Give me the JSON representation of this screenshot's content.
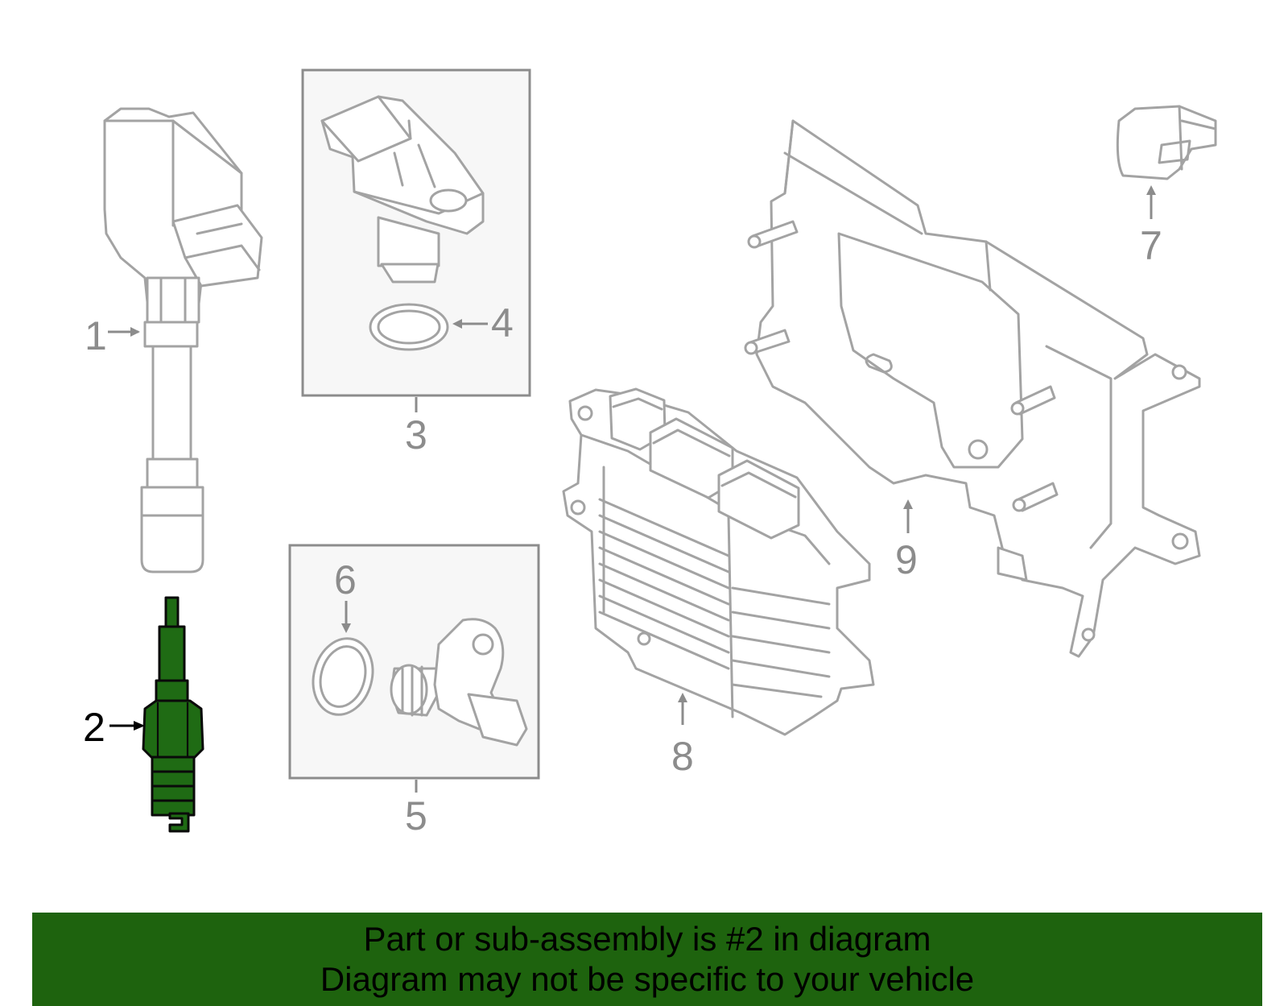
{
  "callouts": {
    "c1": "1",
    "c2": "2",
    "c3": "3",
    "c4": "4",
    "c5": "5",
    "c6": "6",
    "c7": "7",
    "c8": "8",
    "c9": "9"
  },
  "banner": {
    "line1": "Part or sub-assembly is #2 in diagram",
    "line2": "Diagram may not be specific to your vehicle"
  },
  "colors": {
    "highlight": "#1f6b14",
    "banner": "#1e630e",
    "part_line": "#a3a3a3"
  }
}
